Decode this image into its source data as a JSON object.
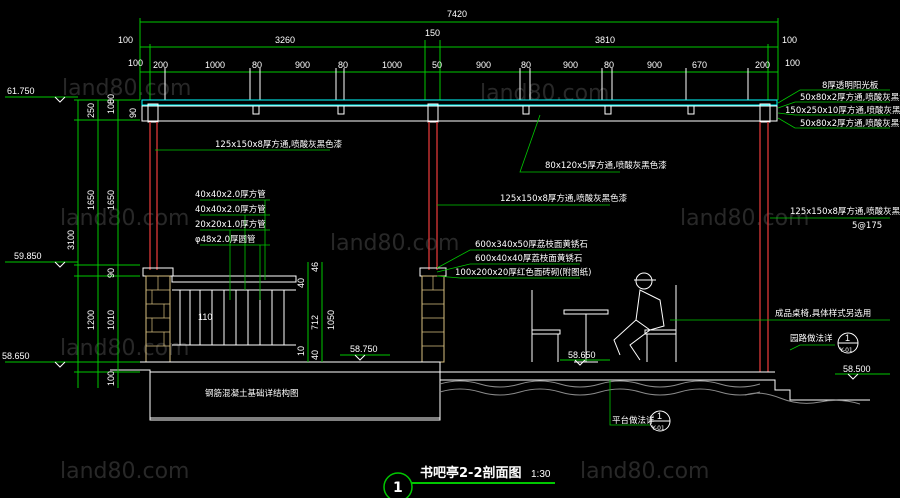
{
  "drawing": {
    "title": "书吧亭2-2剖面图",
    "scale": "1:30",
    "view_no": "1",
    "watermark": "land80.com"
  },
  "dims_top": {
    "overall": "7420",
    "left_span": "3260",
    "mid": "150",
    "right_span": "3810",
    "edge_left": "100",
    "edge_right": "100",
    "row2": [
      "100",
      "200",
      "1000",
      "80",
      "900",
      "80",
      "1000",
      "50",
      "900",
      "80",
      "900",
      "80",
      "900",
      "670",
      "200",
      "100"
    ]
  },
  "dims_left": {
    "a": [
      "80",
      "100",
      "90",
      "250"
    ],
    "b": [
      "1650",
      "3100",
      "1650"
    ],
    "c": [
      "90",
      "1200",
      "1010",
      "100"
    ],
    "rail": [
      "46",
      "40",
      "712",
      "1050",
      "10",
      "40"
    ]
  },
  "elevations": {
    "top": "61.750",
    "mid": "59.850",
    "base_left": "58.650",
    "ground": "58.750",
    "floor": "58.650",
    "right": "58.500"
  },
  "labels": {
    "roof_board": "8厚透明阳光板",
    "beam1": "50x80x2厚方通,喷酸灰黑色漆",
    "beam2": "150x250x10厚方通,喷酸灰黑色漆",
    "beam3": "50x80x2厚方通,喷酸灰黑色漆",
    "col_left": "125x150x8厚方通,喷酸灰黑色漆",
    "purlin": "80x120x5厚方通,喷酸灰黑色漆",
    "col_mid": "125x150x8厚方通,喷酸灰黑色漆",
    "col_right": "125x150x8厚方通,喷酸灰黑色漆",
    "col_right_note": "5@175",
    "rail1": "40x40x2.0厚方管",
    "rail2": "40x40x2.0厚方管",
    "rail3": "20x20x1.0厚方管",
    "rail4": "φ48x2.0厚圆管",
    "rail_gap": "110",
    "cap1": "600x340x50厚荔枝面黄锈石",
    "cap2": "600x40x40厚荔枝面黄锈石",
    "cap3": "100x200x20厚红色面砖砌(附图纸)",
    "furniture": "成品桌椅,具体样式另选用",
    "stair_note": "园路做法详",
    "platform_note": "平台做法详",
    "foundation": "钢筋混凝土基础详结构图",
    "detail_a_top": "1",
    "detail_a_bot": "Y-01",
    "detail_b_top": "1",
    "detail_b_bot": "Y-01"
  }
}
